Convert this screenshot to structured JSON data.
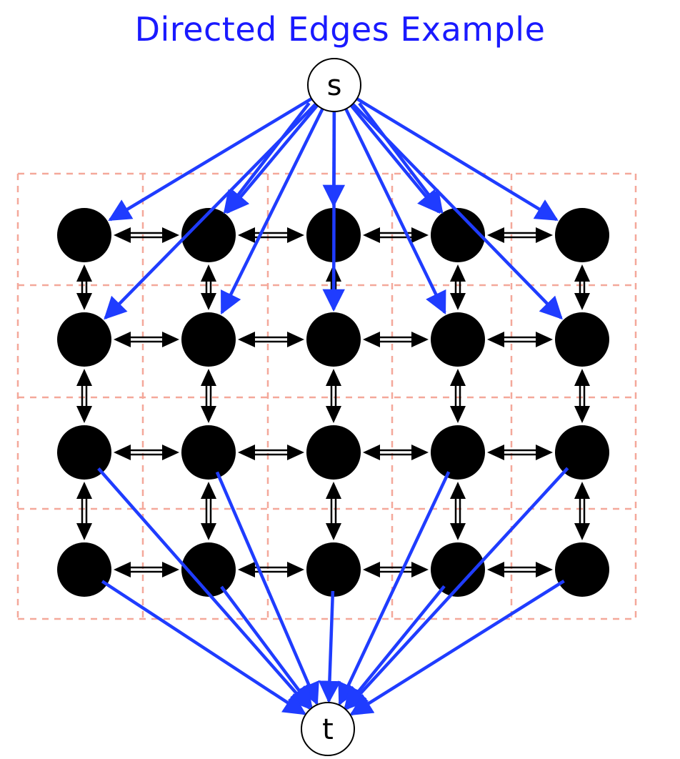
{
  "title": "Directed Edges Example",
  "colors": {
    "title": "#1a1aff",
    "source_sink_edges": "#1f3cff",
    "grid_edges": "#000000",
    "pixel_grid": "#f4a89a",
    "node_fill": "#000000",
    "terminal_fill": "#ffffff"
  },
  "source": {
    "label": "s"
  },
  "sink": {
    "label": "t"
  },
  "grid": {
    "rows": 4,
    "cols": 5
  },
  "source_edges_to": [
    [
      0,
      0
    ],
    [
      0,
      1
    ],
    [
      0,
      1
    ],
    [
      0,
      2
    ],
    [
      0,
      3
    ],
    [
      0,
      3
    ],
    [
      0,
      4
    ],
    [
      1,
      0
    ],
    [
      1,
      1
    ],
    [
      1,
      2
    ],
    [
      1,
      3
    ],
    [
      1,
      4
    ]
  ],
  "sink_edges_from": [
    [
      2,
      0
    ],
    [
      2,
      1
    ],
    [
      2,
      3
    ],
    [
      2,
      4
    ],
    [
      3,
      0
    ],
    [
      3,
      1
    ],
    [
      3,
      2
    ],
    [
      3,
      3
    ],
    [
      3,
      4
    ]
  ],
  "grid_edge_style": "bidirectional"
}
